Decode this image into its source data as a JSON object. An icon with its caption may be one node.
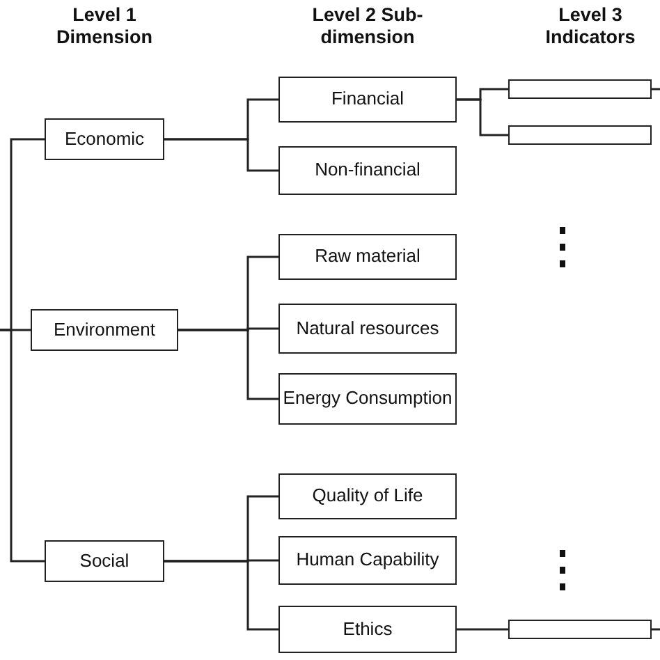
{
  "diagram": {
    "nodes": [
      {
        "text": [
          "Economic"
        ]
      },
      {
        "text": [
          "Environment"
        ]
      },
      {
        "text": [
          "Social"
        ]
      },
      {
        "text": [
          "Financial"
        ]
      },
      {
        "text": [
          "Non-financial"
        ]
      },
      {
        "text": [
          "Raw material"
        ]
      },
      {
        "text": [
          "Natural resources"
        ]
      },
      {
        "text": [
          "Energy Consumption"
        ]
      },
      {
        "text": [
          "Quality of Life"
        ]
      },
      {
        "text": [
          "Human Capability"
        ]
      },
      {
        "text": [
          "Ethics"
        ]
      },
      {
        "text": [],
        "shape": "box"
      },
      {
        "text": [],
        "shape": "box"
      },
      {
        "text": [],
        "shape": "box"
      }
    ],
    "edges": [
      {
        "from": null,
        "to": 0,
        "arrow": "none"
      },
      {
        "from": null,
        "to": 1,
        "arrow": "none"
      },
      {
        "from": null,
        "to": 2,
        "arrow": "none"
      },
      {
        "from": 0,
        "to": 3,
        "arrow": "none"
      },
      {
        "from": 0,
        "to": 4,
        "arrow": "none"
      },
      {
        "from": 1,
        "to": 5,
        "arrow": "none"
      },
      {
        "from": 1,
        "to": 6,
        "arrow": "none"
      },
      {
        "from": 1,
        "to": 7,
        "arrow": "none"
      },
      {
        "from": 2,
        "to": 8,
        "arrow": "none"
      },
      {
        "from": 2,
        "to": 9,
        "arrow": "none"
      },
      {
        "from": 2,
        "to": 10,
        "arrow": "none"
      },
      {
        "from": 3,
        "to": 11,
        "arrow": "none"
      },
      {
        "from": 3,
        "to": 12,
        "arrow": "none"
      },
      {
        "from": 10,
        "to": 13,
        "arrow": "none"
      },
      {
        "from": 11,
        "to": null,
        "arrow": "none"
      },
      {
        "from": 13,
        "to": null,
        "arrow": "none"
      }
    ],
    "labels": [
      "Level 1 Dimension",
      "Level 2 Sub-dimension",
      "Level 3 Indicators"
    ]
  }
}
